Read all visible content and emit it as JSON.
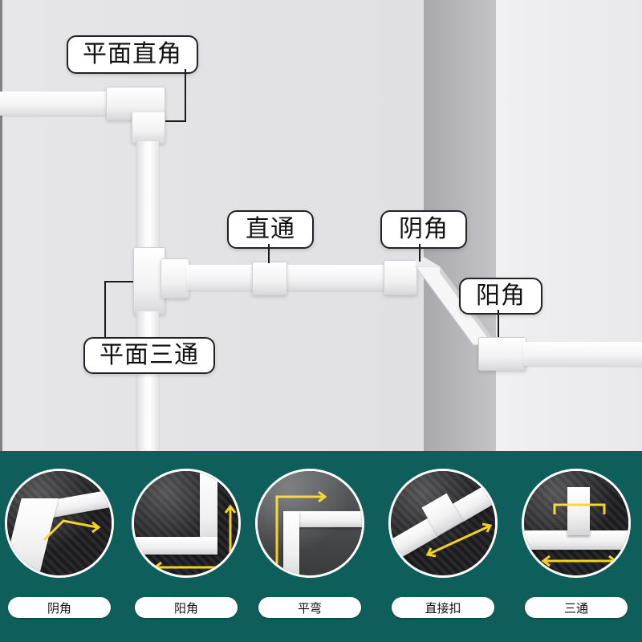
{
  "callouts": {
    "flat_right_angle": "平面直角",
    "straight": "直通",
    "inner_corner": "阴角",
    "outer_corner": "阳角",
    "flat_tee": "平面三通"
  },
  "thumbnails": [
    {
      "label": "阴角"
    },
    {
      "label": "阳角"
    },
    {
      "label": "平弯"
    },
    {
      "label": "直接扣"
    },
    {
      "label": "三通"
    }
  ],
  "colors": {
    "panel_bg": "#0e5f5b",
    "arrow": "#f2d21e"
  }
}
